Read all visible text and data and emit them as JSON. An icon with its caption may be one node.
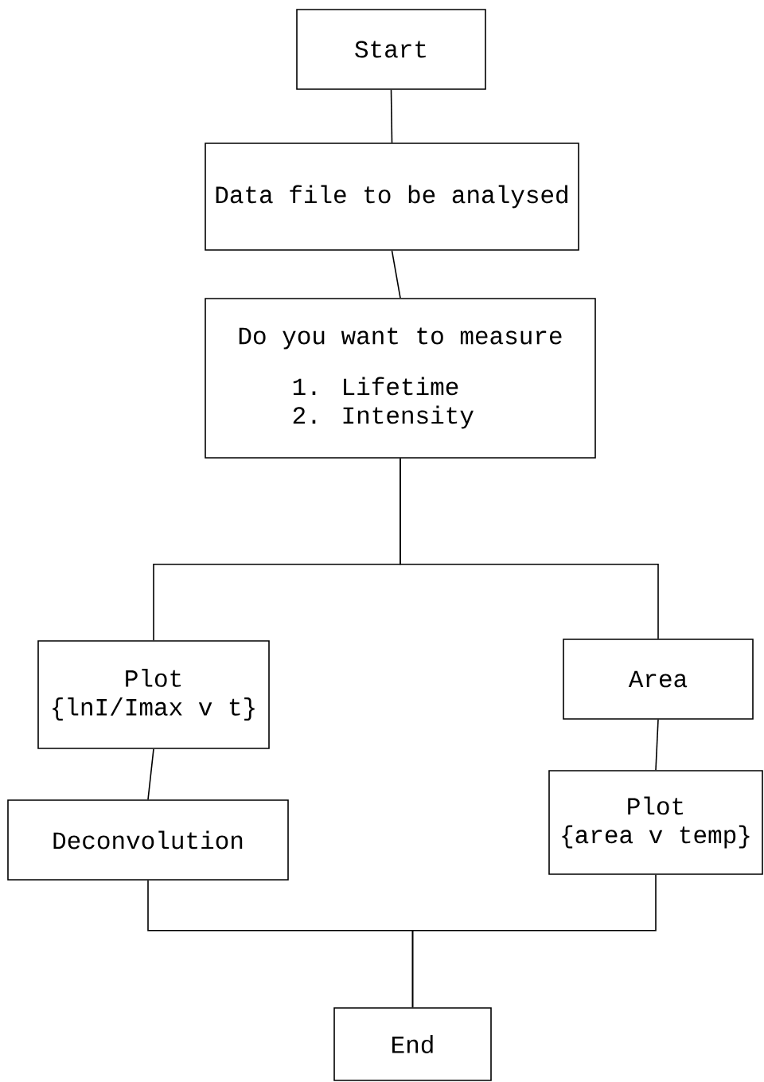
{
  "diagram": {
    "nodes": [
      {
        "text": [
          "Start"
        ]
      },
      {
        "text": [
          "Data file to be analysed"
        ]
      },
      {
        "text": [
          "Do you want to measure",
          "1. Lifetime",
          "2. Intensity"
        ]
      },
      {
        "text": [
          "Plot",
          "{lnI/Imax v t}"
        ]
      },
      {
        "text": [
          "Area"
        ]
      },
      {
        "text": [
          "Deconvolution"
        ]
      },
      {
        "text": [
          "Plot",
          "{area v temp}"
        ]
      },
      {
        "text": [
          "End"
        ]
      }
    ],
    "edges": [
      {
        "from": 0,
        "to": 1,
        "arrow": "none"
      },
      {
        "from": 1,
        "to": 2,
        "arrow": "none"
      },
      {
        "from": 2,
        "to": 3,
        "arrow": "none"
      },
      {
        "from": 2,
        "to": 4,
        "arrow": "none"
      },
      {
        "from": 3,
        "to": 5,
        "arrow": "none"
      },
      {
        "from": 4,
        "to": 6,
        "arrow": "none"
      },
      {
        "from": 5,
        "to": 7,
        "arrow": "none"
      },
      {
        "from": 6,
        "to": 7,
        "arrow": "none"
      }
    ]
  }
}
